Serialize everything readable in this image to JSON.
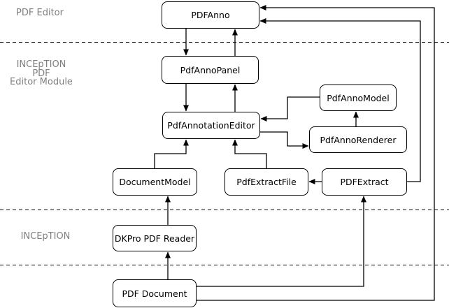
{
  "diagram": {
    "section_labels": {
      "pdf_editor": "PDF Editor",
      "inception_module_line1": "INCEpTION PDF",
      "inception_module_line2": "Editor Module",
      "inception": "INCEpTION"
    },
    "nodes": {
      "pdfanno": {
        "label": "PDFAnno"
      },
      "pdfannopanel": {
        "label": "PdfAnnoPanel"
      },
      "pdfannomodel": {
        "label": "PdfAnnoModel"
      },
      "pdfannotationeditor": {
        "label": "PdfAnnotationEditor"
      },
      "pdfannorenderer": {
        "label": "PdfAnnoRenderer"
      },
      "documentmodel": {
        "label": "DocumentModel"
      },
      "pdfextractfile": {
        "label": "PdfExtractFile"
      },
      "pdfextract": {
        "label": "PDFExtract"
      },
      "dkproreader": {
        "label": "DKPro PDF Reader"
      },
      "pdfdocument": {
        "label": "PDF Document"
      }
    },
    "edges": [
      {
        "from": "PDFAnno",
        "to": "PdfAnnoPanel"
      },
      {
        "from": "PdfAnnoPanel",
        "to": "PDFAnno"
      },
      {
        "from": "PdfAnnoPanel",
        "to": "PdfAnnotationEditor"
      },
      {
        "from": "PdfAnnotationEditor",
        "to": "PdfAnnoPanel"
      },
      {
        "from": "DocumentModel",
        "to": "PdfAnnotationEditor"
      },
      {
        "from": "PdfExtractFile",
        "to": "PdfAnnotationEditor"
      },
      {
        "from": "PdfAnnoModel",
        "to": "PdfAnnotationEditor"
      },
      {
        "from": "PdfAnnotationEditor",
        "to": "PdfAnnoRenderer"
      },
      {
        "from": "PdfAnnoRenderer",
        "to": "PdfAnnoModel"
      },
      {
        "from": "PDFExtract",
        "to": "PdfExtractFile"
      },
      {
        "from": "PDFExtract",
        "to": "PDFAnno"
      },
      {
        "from": "DKPro PDF Reader",
        "to": "DocumentModel"
      },
      {
        "from": "PDF Document",
        "to": "DKPro PDF Reader"
      },
      {
        "from": "PDF Document",
        "to": "PDFExtract"
      },
      {
        "from": "PDF Document",
        "to": "PDFAnno"
      }
    ],
    "colors": {
      "line": "#000000",
      "node_border": "#000000",
      "node_fill": "#ffffff",
      "node_text": "#000000",
      "section_label": "#7f7f7f",
      "background": "#ffffff"
    }
  }
}
